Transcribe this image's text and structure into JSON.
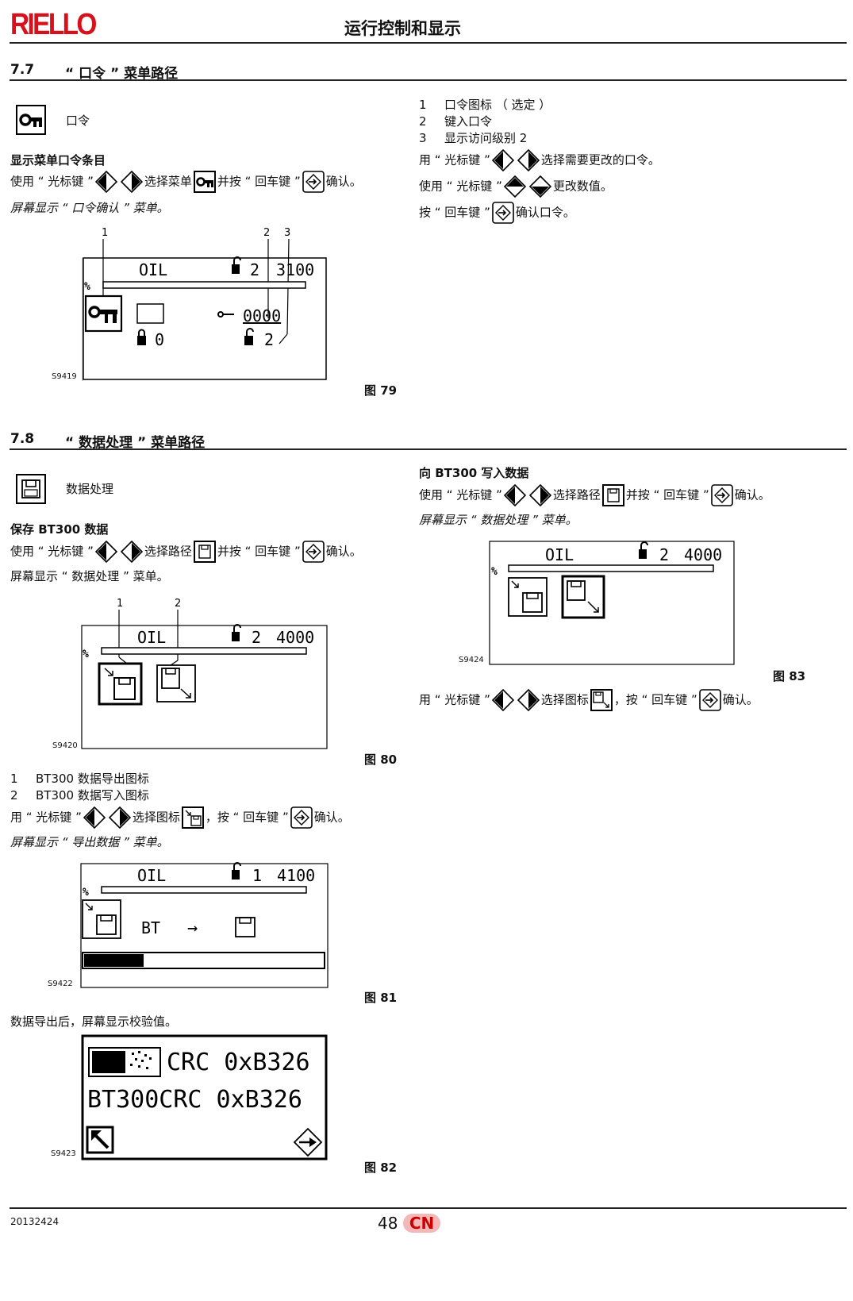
{
  "header": {
    "brand": "RIELLO",
    "title": "运行控制和显示"
  },
  "s77": {
    "num": "7.7",
    "title": "“ 口令 ” 菜单路径",
    "icon_label": "口令",
    "sub_title": "显示菜单口令条目",
    "line1a": "使用 “ 光标键 ”",
    "line1b": "选择菜单",
    "line1c": "并按 “ 回车键 ”",
    "line1d": "确认。",
    "line2": "屏幕显示 “ 口令确认 ” 菜单。",
    "legend": [
      {
        "n": "1",
        "t": "口令图标 （ 选定 ）"
      },
      {
        "n": "2",
        "t": "键入口令"
      },
      {
        "n": "3",
        "t": "显示访问级别 2"
      }
    ],
    "r1a": "用 “ 光标键 ”",
    "r1b": "选择需要更改的口令。",
    "r2a": "使用 “ 光标键 ”",
    "r2b": "更改数值。",
    "r3a": "按 “ 回车键 ”",
    "r3b": "确认口令。"
  },
  "fig79": {
    "label": "图 79",
    "code": "S9419",
    "callouts": [
      "1",
      "2",
      "3"
    ],
    "fuel": "OIL",
    "level": "2",
    "value": "3100",
    "pct": "%",
    "pwd": "0000",
    "lock_level": "0",
    "unlock_level": "2"
  },
  "s78": {
    "num": "7.8",
    "title": "“ 数据处理 ” 菜单路径",
    "icon_label": "数据处理",
    "save_title": "保存 BT300 数据",
    "save1a": "使用 “ 光标键 ”",
    "save1b": "选择路径",
    "save1c": "并按 “ 回车键 ”",
    "save1d": "确认。",
    "save2": "屏幕显示 “ 数据处理 ” 菜单。",
    "legend": [
      {
        "n": "1",
        "t": "BT300 数据导出图标"
      },
      {
        "n": "2",
        "t": "BT300 数据写入图标"
      }
    ],
    "sel1a": "用 “ 光标键 ”",
    "sel1b": "选择图标",
    "sel1c": "，按 “ 回车键 ”",
    "sel1d": "确认。",
    "sel2": "屏幕显示 “ 导出数据 ” 菜单。",
    "after": "数据导出后，屏幕显示校验值。",
    "write_title": "向 BT300 写入数据",
    "w1a": "使用 “ 光标键 ”",
    "w1b": "选择路径",
    "w1c": "并按 “ 回车键 ”",
    "w1d": "确认。",
    "w2": "屏幕显示 “ 数据处理 ” 菜单。",
    "ws1a": "用 “ 光标键 ”",
    "ws1b": "选择图标",
    "ws1c": "，按 “ 回车键 ”",
    "ws1d": "确认。"
  },
  "fig80": {
    "label": "图 80",
    "code": "S9420",
    "callouts": [
      "1",
      "2"
    ],
    "fuel": "OIL",
    "level": "2",
    "value": "4000",
    "pct": "%"
  },
  "fig81": {
    "label": "图 81",
    "code": "S9422",
    "fuel": "OIL",
    "level": "1",
    "value": "4100",
    "pct": "%",
    "bt": "BT",
    "arrow": "→",
    "progress": 0.25
  },
  "fig82": {
    "label": "图 82",
    "code": "S9423",
    "crc1": "CRC  0xB326",
    "crc2": "BT300CRC  0xB326"
  },
  "fig83": {
    "label": "图 83",
    "code": "S9424",
    "fuel": "OIL",
    "level": "2",
    "value": "4000",
    "pct": "%"
  },
  "footer": {
    "doc": "20132424",
    "page": "48",
    "lang": "CN"
  }
}
